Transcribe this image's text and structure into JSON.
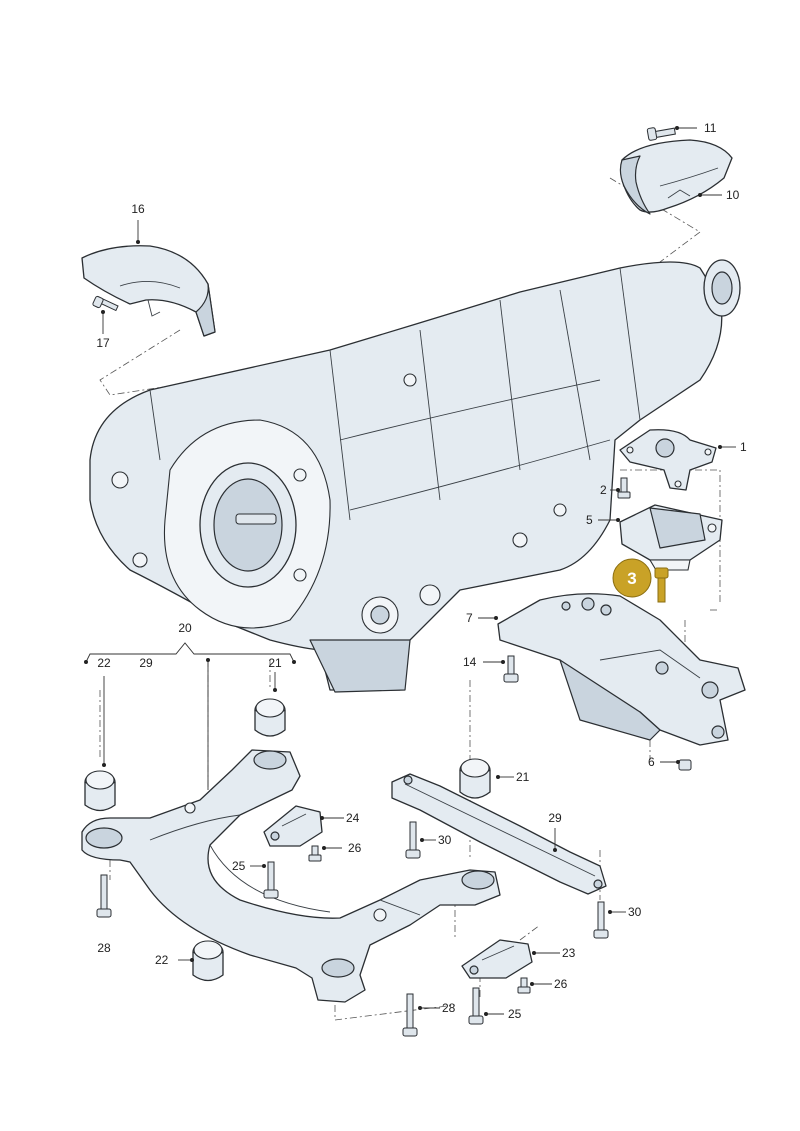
{
  "labels": {
    "l1": "1",
    "l2": "2",
    "l5": "5",
    "l6": "6",
    "l7": "7",
    "l10": "10",
    "l11": "11",
    "l14": "14",
    "l16": "16",
    "l17": "17",
    "l20": "20",
    "l21a": "21",
    "l21b": "21",
    "l22a": "22",
    "l22b": "22",
    "l23": "23",
    "l24": "24",
    "l25a": "25",
    "l25b": "25",
    "l26a": "26",
    "l26b": "26",
    "l28a": "28",
    "l28b": "28",
    "l29a": "29",
    "l29b": "29",
    "l30a": "30",
    "l30b": "30"
  },
  "highlight": {
    "number": "3",
    "color": "#c9a227"
  }
}
